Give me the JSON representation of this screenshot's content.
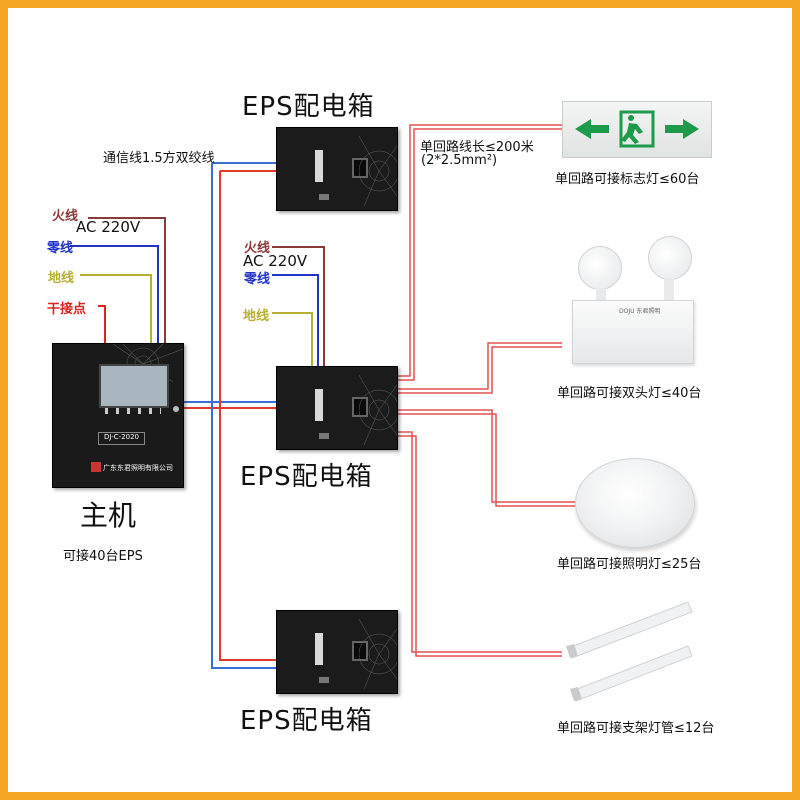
{
  "colors": {
    "border": "#f5a623",
    "live": "#8b3a3a",
    "neutral": "#2233cc",
    "ground": "#b8b030",
    "dry": "#dd2222",
    "signal_blue": "#3a6fd8",
    "signal_red": "#e23a2a",
    "output": "#e45050"
  },
  "host": {
    "title": "主机",
    "subtitle": "可接40台EPS",
    "model": "DJ-C-2020",
    "maker": "广东东君照明有限公司",
    "inputs": {
      "live": "火线",
      "voltage": "AC 220V",
      "neutral": "零线",
      "ground": "地线",
      "dry_contact": "干接点"
    }
  },
  "eps": {
    "label": "EPS配电箱",
    "comm_line": "通信线1.5方双绞线",
    "middle_inputs": {
      "live": "火线",
      "voltage": "AC 220V",
      "neutral": "零线",
      "ground": "地线"
    }
  },
  "circuit": {
    "length_note": "单回路线长≤200米",
    "wire_spec": "(2*2.5mm²)"
  },
  "lamps": [
    {
      "icon": "exit-sign-icon",
      "caption": "单回路可接标志灯≤60台"
    },
    {
      "icon": "twin-head-emergency-light-icon",
      "caption": "单回路可接双头灯≤40台",
      "brand": "DOJU 东君照明"
    },
    {
      "icon": "ceiling-light-icon",
      "caption": "单回路可接照明灯≤25台"
    },
    {
      "icon": "led-tube-icon",
      "caption": "单回路可接支架灯管≤12台"
    }
  ]
}
